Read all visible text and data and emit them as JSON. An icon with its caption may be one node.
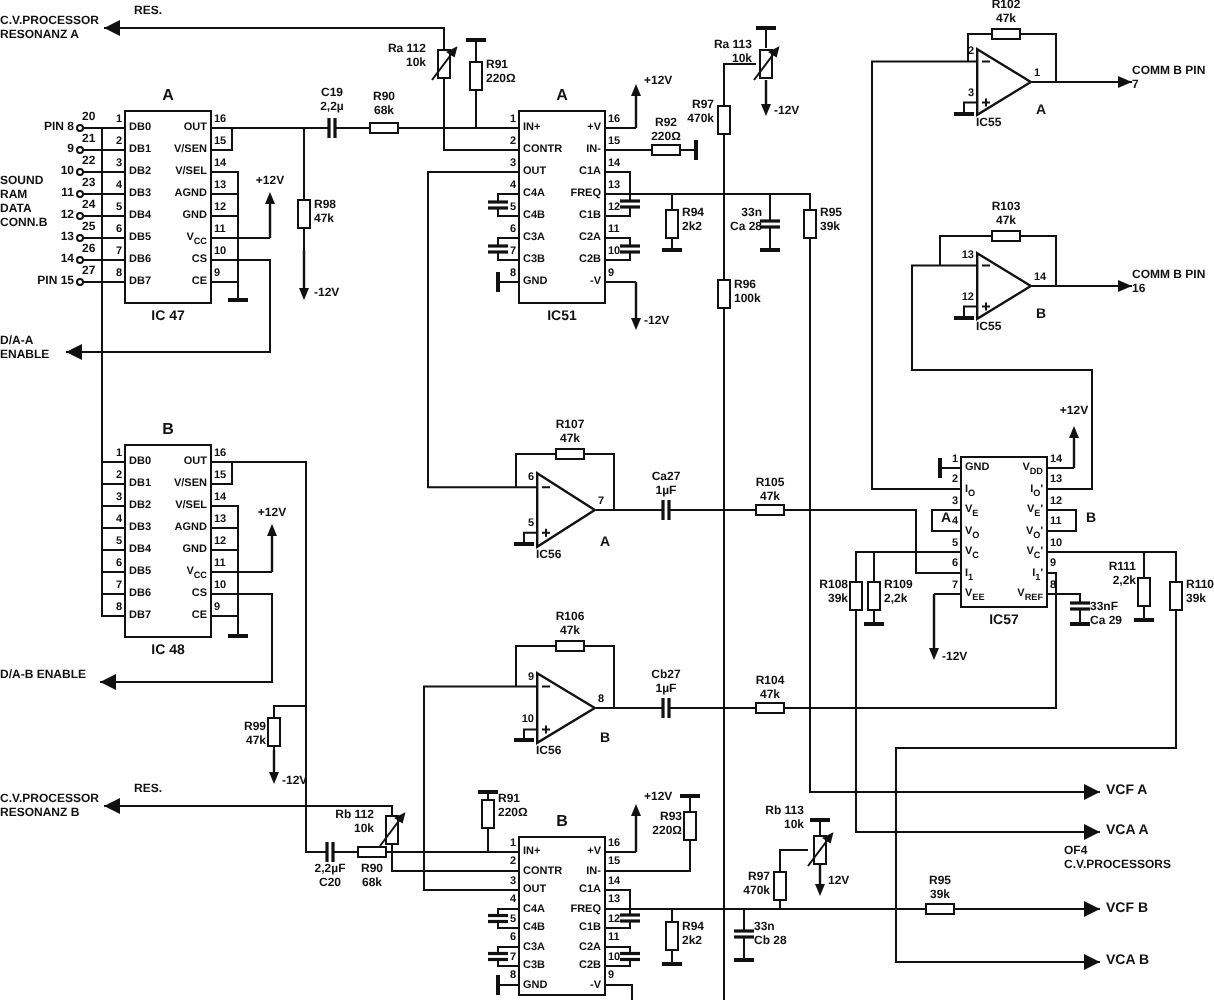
{
  "diagram": {
    "nodes": [
      {
        "text": [
          "C.V.PROCESSOR RESONANZ A"
        ]
      },
      {
        "text": [
          "A",
          "1",
          "DB0",
          "2",
          "DB1",
          "3",
          "DB2",
          "4",
          "DB3",
          "5",
          "DB4",
          "6",
          "DB5",
          "7",
          "DB6",
          "8",
          "DB7",
          "16",
          "OUT",
          "15",
          "V/SEN",
          "14",
          "V/SEL",
          "13",
          "AGND",
          "12",
          "GND",
          "11",
          "V$_{CC}$",
          "10",
          "CS",
          "9",
          "CE",
          "IC 47"
        ]
      },
      {
        "text": [
          "D/A-A ENABLE"
        ]
      },
      {
        "text": [
          "B",
          "1",
          "DB0",
          "2",
          "DB1",
          "3",
          "DB2",
          "4",
          "DB3",
          "5",
          "DB4",
          "6",
          "DB5",
          "7",
          "DB6",
          "8",
          "DB7",
          "16",
          "OUT",
          "15",
          "V/SEN",
          "14",
          "V/SEL",
          "13",
          "AGND",
          "12",
          "GND",
          "11",
          "V$_{CC}$",
          "10",
          "CS",
          "9",
          "CE",
          "IC 48"
        ]
      },
      {
        "text": [
          "D/A-B ENABLE"
        ]
      },
      {
        "text": [
          "C.V.PROCESSOR RESONANZ B"
        ]
      },
      {
        "text": [
          "A",
          "1",
          "IN+",
          "2",
          "CONTR",
          "3",
          "OUT",
          "4",
          "C4A",
          "5",
          "C4B",
          "6",
          "C3A",
          "7",
          "C3B",
          "8",
          "GND",
          "16",
          "+V",
          "15",
          "IN-",
          "14",
          "C1A",
          "13",
          "FREQ",
          "12",
          "C1B",
          "11",
          "C2A",
          "10",
          "C2B",
          "9",
          "-V",
          "IC51"
        ]
      },
      {
        "text": [
          "B",
          "1",
          "IN+",
          "2",
          "CONTR",
          "3",
          "OUT",
          "4",
          "C4A",
          "5",
          "C4B",
          "6",
          "C3A",
          "7",
          "C3B",
          "8",
          "GND",
          "16",
          "+V",
          "15",
          "IN-",
          "14",
          "C1A",
          "13",
          "FREQ",
          "12",
          "C1B",
          "11",
          "C2A",
          "10",
          "C2B",
          "9",
          "-V"
        ]
      },
      {
        "text": [
          "6",
          "5",
          "7",
          "IC56",
          "A"
        ]
      },
      {
        "text": [
          "9",
          "10",
          "8",
          "IC56",
          "B"
        ]
      },
      {
        "text": [
          "1",
          "GND",
          "2",
          "I$_{O}$",
          "3",
          "V$_{E}$",
          "4",
          "V$_{O}$",
          "5",
          "V$_{C}$",
          "6",
          "I$_{1}$",
          "7",
          "V$_{EE}$",
          "14",
          "V$_{DD}$",
          "13",
          "I$_{O}$'",
          "12",
          "V$_{E}$'",
          "11",
          "V$_{O}$'",
          "10",
          "V$_{C}$'",
          "9",
          "I$_{1}$'",
          "8",
          "V$_{REF}$",
          "IC57"
        ]
      },
      {
        "text": [
          "2",
          "3",
          "1",
          "IC55",
          "A"
        ]
      },
      {
        "text": [
          "13",
          "12",
          "14",
          "IC55",
          "B"
        ]
      },
      {
        "text": [
          "COMM B PIN 7"
        ]
      },
      {
        "text": [
          "COMM B PIN 16"
        ]
      },
      {
        "text": [
          "VCF A"
        ]
      },
      {
        "text": [
          "VCA A"
        ]
      },
      {
        "text": [
          "VCF B"
        ]
      },
      {
        "text": [
          "VCA B"
        ]
      }
    ],
    "edges": [
      {
        "from": 6,
        "to": 0,
        "arrow": "to",
        "label": "RES."
      },
      {
        "from": 1,
        "to": 2,
        "arrow": "to"
      },
      {
        "from": 3,
        "to": 4,
        "arrow": "to"
      },
      {
        "from": 7,
        "to": 5,
        "arrow": "to",
        "label": "RES."
      },
      {
        "from": 1,
        "to": 6,
        "arrow": "none"
      },
      {
        "from": 3,
        "to": 7,
        "arrow": "none"
      },
      {
        "from": 6,
        "to": 8,
        "arrow": "none"
      },
      {
        "from": 7,
        "to": 9,
        "arrow": "none"
      },
      {
        "from": 8,
        "to": 10,
        "arrow": "none"
      },
      {
        "from": 9,
        "to": 10,
        "arrow": "none"
      },
      {
        "from": 10,
        "to": 11,
        "arrow": "none"
      },
      {
        "from": 10,
        "to": 12,
        "arrow": "none"
      },
      {
        "from": 11,
        "to": 13,
        "arrow": "to"
      },
      {
        "from": 12,
        "to": 14,
        "arrow": "to"
      },
      {
        "from": 6,
        "to": 15,
        "arrow": "to"
      },
      {
        "from": 10,
        "to": 16,
        "arrow": "to"
      },
      {
        "from": 7,
        "to": 17,
        "arrow": "to"
      },
      {
        "from": 10,
        "to": 18,
        "arrow": "to"
      },
      {
        "from": 1,
        "to": 3,
        "arrow": "none"
      }
    ],
    "labels": [
      "SOUND RAM DATA CONN.B",
      "PIN 8",
      "20",
      "9",
      "21",
      "10",
      "22",
      "11",
      "23",
      "12",
      "24",
      "13",
      "25",
      "14",
      "26",
      "PIN 15",
      "27",
      "C19",
      "2,2µ",
      "R90",
      "68k",
      "Ra 112",
      "10k",
      "R91",
      "220Ω",
      "+12V",
      "R98",
      "47k",
      "-12V",
      "+12V",
      "R92",
      "220Ω",
      "-12V",
      "R97",
      "470k",
      "Ra 113",
      "10k",
      "-12V",
      "R94",
      "2k2",
      "33n",
      "Ca 28",
      "R95",
      "39k",
      "R96",
      "100k",
      "R102",
      "47k",
      "R103",
      "47k",
      "R107",
      "47k",
      "Ca27",
      "1µF",
      "R105",
      "47k",
      "+12V",
      "A",
      "B",
      "R108",
      "39k",
      "R109",
      "2,2k",
      "R111",
      "2,2k",
      "R110",
      "39k",
      "33nF",
      "Ca 29",
      "-12V",
      "+12V",
      "R106",
      "47k",
      "Cb27",
      "1µF",
      "R104",
      "47k",
      "R99",
      "47k",
      "-12V",
      "Rb 112",
      "10k",
      "2,2µF",
      "C20",
      "R90",
      "68k",
      "R91",
      "220Ω",
      "+12V",
      "R93",
      "220Ω",
      "Rb 113",
      "10k",
      "R97",
      "470k",
      "12V",
      "R95",
      "39k",
      "33n",
      "Cb 28",
      "R94",
      "2k2",
      "OF4 C.V.PROCESSORS"
    ]
  }
}
